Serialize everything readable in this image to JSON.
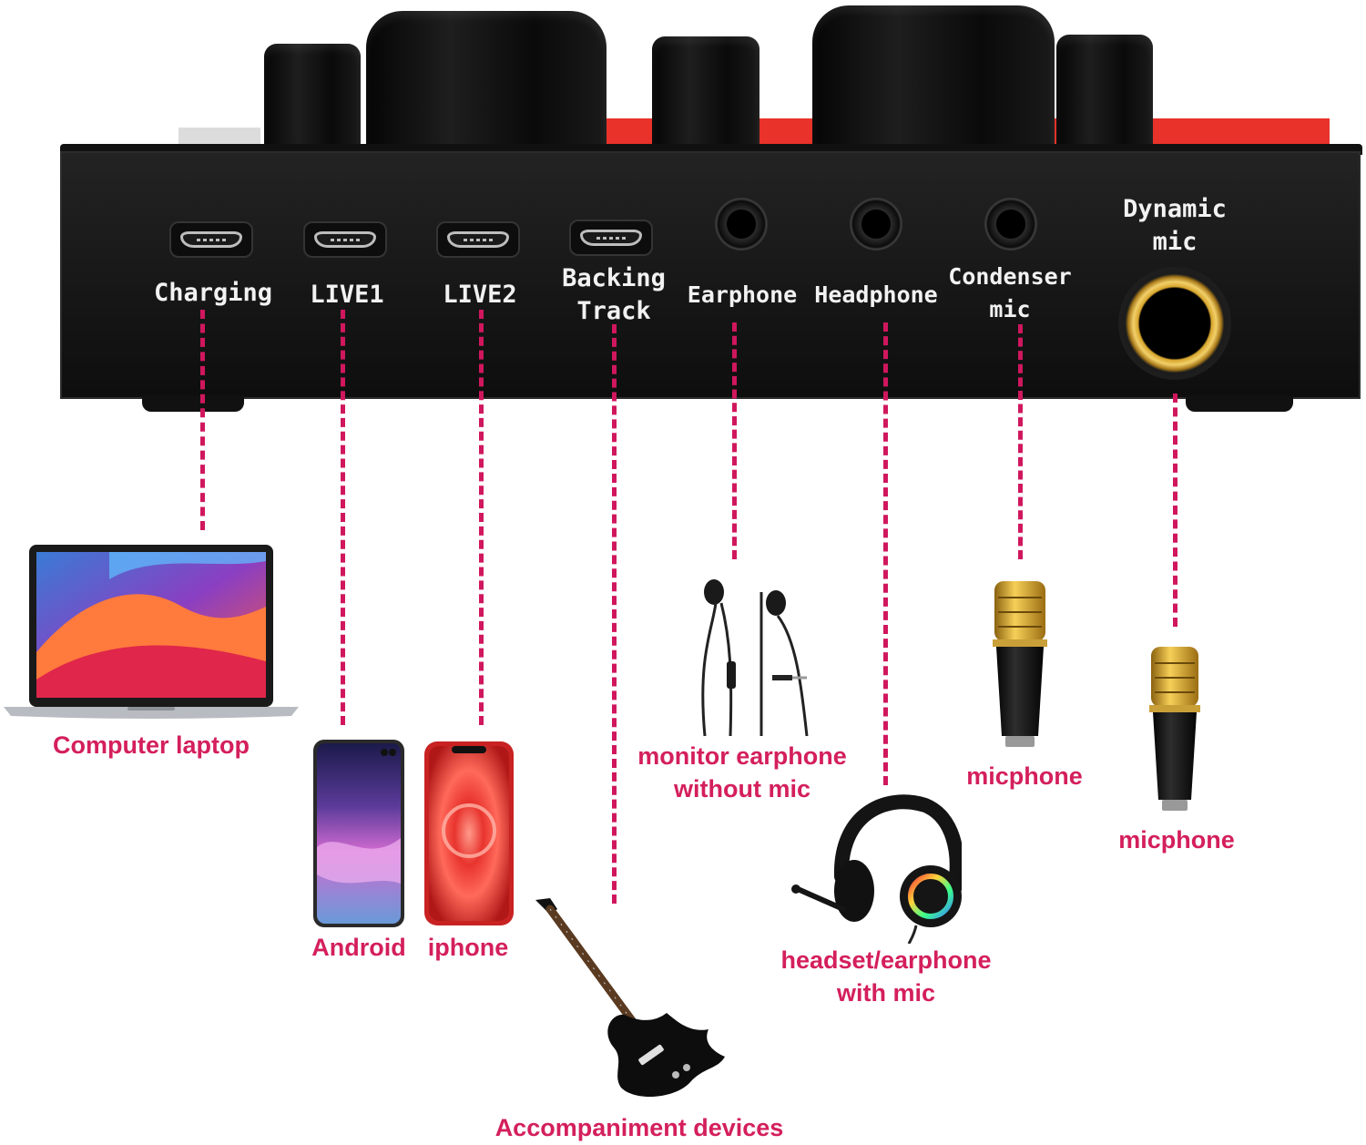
{
  "device": {
    "ports": [
      {
        "id": "charging",
        "label": "Charging",
        "type": "micro-usb"
      },
      {
        "id": "live1",
        "label": "LIVE1",
        "type": "micro-usb"
      },
      {
        "id": "live2",
        "label": "LIVE2",
        "type": "micro-usb"
      },
      {
        "id": "backing",
        "label": "Backing\nTrack",
        "type": "micro-usb"
      },
      {
        "id": "earphone",
        "label": "Earphone",
        "type": "3.5mm-jack"
      },
      {
        "id": "headphone",
        "label": "Headphone",
        "type": "3.5mm-jack"
      },
      {
        "id": "condenser",
        "label": "Condenser\nmic",
        "type": "3.5mm-jack"
      },
      {
        "id": "dynamic",
        "label": "Dynamic\nmic",
        "type": "6.35mm-jack"
      }
    ]
  },
  "connected_devices": {
    "laptop": {
      "label": "Computer laptop",
      "icon": "laptop-icon"
    },
    "android": {
      "label": "Android",
      "icon": "android-phone-icon"
    },
    "iphone": {
      "label": "iphone",
      "icon": "iphone-icon"
    },
    "guitar": {
      "label": "Accompaniment devices",
      "icon": "electric-guitar-icon"
    },
    "earphone": {
      "label": "monitor earphone\nwithout mic",
      "icon": "earphones-icon"
    },
    "headset": {
      "label": "headset/earphone\nwith mic",
      "icon": "gaming-headset-icon"
    },
    "mic_condenser": {
      "label": "micphone",
      "icon": "microphone-icon"
    },
    "mic_dynamic": {
      "label": "micphone",
      "icon": "microphone-icon"
    }
  },
  "colors": {
    "connector": "#d0175e",
    "device_label": "#d41f5c",
    "panel": "#161616",
    "port_label": "#f2f2f2",
    "accent_red": "#e8322a",
    "gold": "#d7a52c"
  }
}
